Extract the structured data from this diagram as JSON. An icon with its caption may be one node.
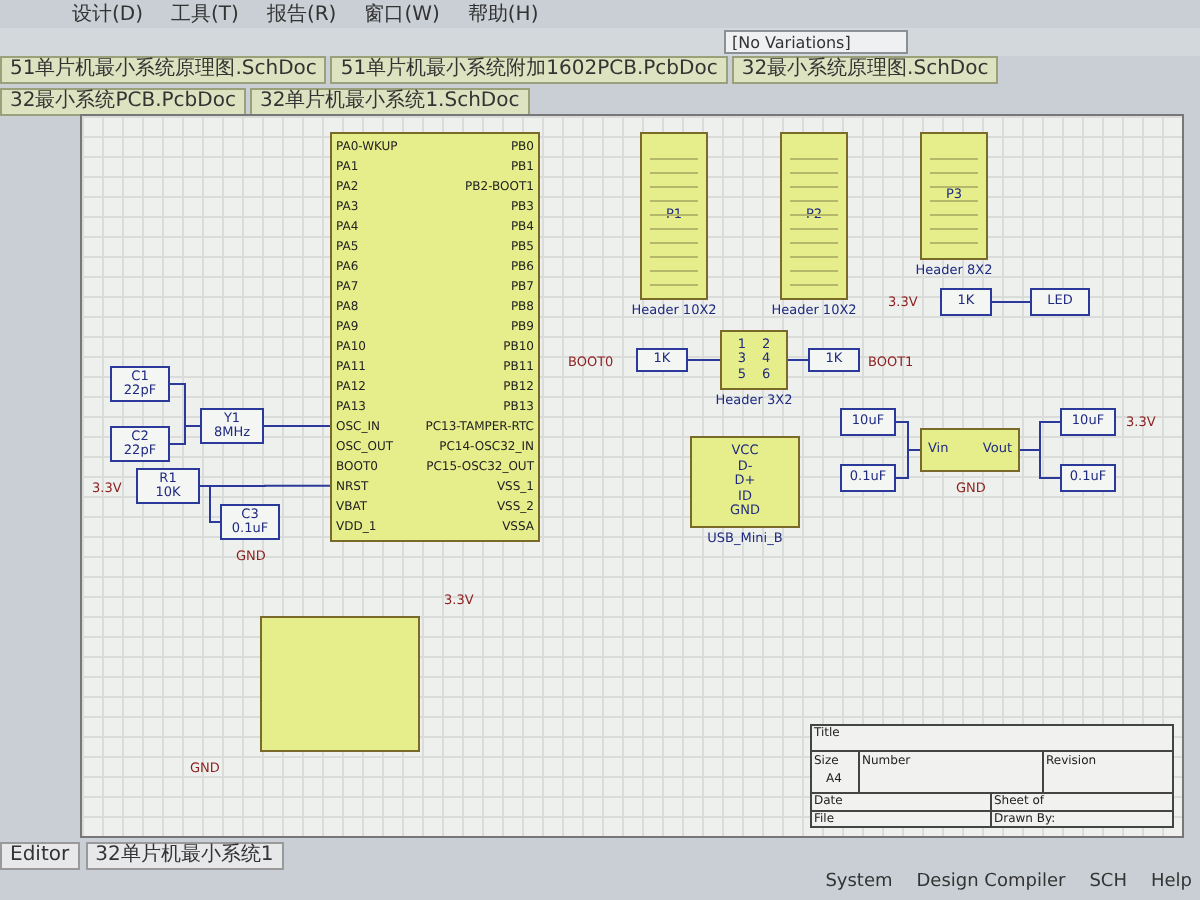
{
  "diagram": {
    "nodes": [
      {
        "text": [
          "PA0-WKUP",
          "PA1",
          "PA2",
          "PA3",
          "PA4",
          "PA5",
          "PA6",
          "PA7",
          "PA8",
          "PA9",
          "PA10",
          "PA11",
          "PA12",
          "PA13",
          "OSC_IN",
          "OSC_OUT",
          "BOOT0",
          "NRST",
          "VBAT",
          "VDD_1",
          "PB0",
          "PB1",
          "PB2-BOOT1",
          "PB3",
          "PB4",
          "PB5",
          "PB6",
          "PB7",
          "PB8",
          "PB9",
          "PB10",
          "PB11",
          "PB12",
          "PB13",
          "PC13-TAMPER-RTC",
          "PC14-OSC32_IN",
          "PC15-OSC32_OUT",
          "VSS_1",
          "VSS_2",
          "VSSA"
        ]
      },
      {
        "text": [
          "Y1",
          "8MHz"
        ]
      },
      {
        "text": [
          "C1",
          "22pF"
        ]
      },
      {
        "text": [
          "C2",
          "22pF"
        ]
      },
      {
        "text": [
          "R1",
          "10K"
        ]
      },
      {
        "text": [
          "C3",
          "0.1uF"
        ]
      },
      {
        "text": [
          "P1"
        ],
        "beside": [
          "Header 10X2"
        ]
      },
      {
        "text": [
          "P2"
        ],
        "beside": [
          "Header 10X2"
        ]
      },
      {
        "text": [
          "P3"
        ],
        "beside": [
          "Header 8X2"
        ]
      },
      {
        "text": [
          "1",
          "2",
          "3",
          "4",
          "5",
          "6"
        ],
        "beside": [
          "Header 3X2"
        ]
      },
      {
        "text": [
          "1K"
        ]
      },
      {
        "text": [
          "1K"
        ]
      },
      {
        "text": [
          "LED"
        ]
      },
      {
        "text": [
          "1K"
        ]
      },
      {
        "text": [
          "VCC",
          "D-",
          "D+",
          "ID",
          "GND"
        ],
        "beside": [
          "USB_Mini_B"
        ]
      },
      {
        "text": [
          "Vin",
          "Vout"
        ]
      },
      {
        "text": [
          "10uF"
        ]
      },
      {
        "text": [
          "0.1uF"
        ]
      },
      {
        "text": [
          "10uF"
        ]
      },
      {
        "text": [
          "0.1uF"
        ]
      },
      {
        "text": [],
        "shape": "box"
      }
    ],
    "edges": [
      {
        "from": 1,
        "to": 0,
        "arrow": "none"
      },
      {
        "from": 2,
        "to": 1,
        "arrow": "none"
      },
      {
        "from": 3,
        "to": 1,
        "arrow": "none"
      },
      {
        "from": 4,
        "to": 0,
        "arrow": "none"
      },
      {
        "from": 5,
        "to": 4,
        "arrow": "none"
      },
      {
        "from": 10,
        "to": 9,
        "arrow": "none"
      },
      {
        "from": 9,
        "to": 11,
        "arrow": "none"
      },
      {
        "from": 13,
        "to": 12,
        "arrow": "none"
      },
      {
        "from": 16,
        "to": 15,
        "arrow": "none"
      },
      {
        "from": 17,
        "to": 15,
        "arrow": "none"
      },
      {
        "from": 15,
        "to": 18,
        "arrow": "none"
      },
      {
        "from": 15,
        "to": 19,
        "arrow": "none"
      }
    ],
    "labels": [
      "设计(D)",
      "工具(T)",
      "报告(R)",
      "窗口(W)",
      "帮助(H)",
      "[No Variations]",
      "51单片机最小系统原理图.SchDoc",
      "51单片机最小系统附加1602PCB.PcbDoc",
      "32最小系统原理图.SchDoc",
      "32最小系统PCB.PcbDoc",
      "32单片机最小系统1.SchDoc",
      "3.3V",
      "GND",
      "BOOT0",
      "BOOT1",
      "3.3V",
      "GND",
      "3.3V",
      "GND",
      "3.3V",
      "Title",
      "Size",
      "A4",
      "Number",
      "Revision",
      "Date",
      "File",
      "Sheet of",
      "Drawn By:",
      "Editor",
      "32单片机最小系统1",
      "System",
      "Design Compiler",
      "SCH",
      "Help"
    ]
  }
}
